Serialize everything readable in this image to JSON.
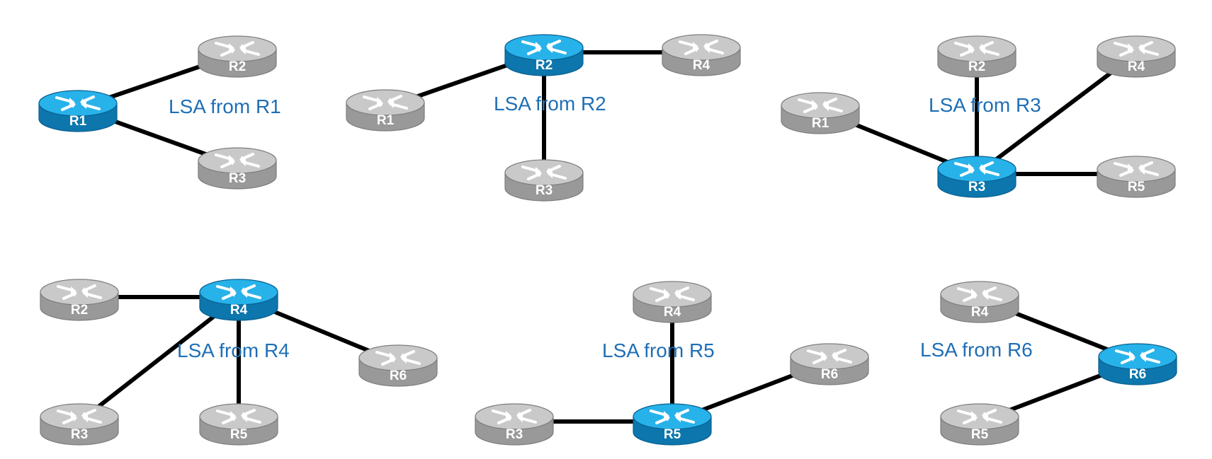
{
  "colors": {
    "origin_top": "#27b2ea",
    "origin_side": "#0c76ad",
    "origin_edge": "#0a5f8e",
    "neighbor_top": "#c9c9c9",
    "neighbor_side": "#999999",
    "neighbor_edge": "#7d7d7d",
    "link": "#000000",
    "caption": "#1f6fb5",
    "arrow": "#ffffff"
  },
  "icons": {
    "router": "router-icon"
  },
  "panels": [
    {
      "caption": "LSA from R1",
      "origin": "R1",
      "routers": [
        {
          "label": "R1",
          "role": "origin"
        },
        {
          "label": "R2",
          "role": "neighbor"
        },
        {
          "label": "R3",
          "role": "neighbor"
        }
      ],
      "links": [
        [
          "R1",
          "R2"
        ],
        [
          "R1",
          "R3"
        ]
      ]
    },
    {
      "caption": "LSA from R2",
      "origin": "R2",
      "routers": [
        {
          "label": "R2",
          "role": "origin"
        },
        {
          "label": "R1",
          "role": "neighbor"
        },
        {
          "label": "R4",
          "role": "neighbor"
        },
        {
          "label": "R3",
          "role": "neighbor"
        }
      ],
      "links": [
        [
          "R2",
          "R1"
        ],
        [
          "R2",
          "R4"
        ],
        [
          "R2",
          "R3"
        ]
      ]
    },
    {
      "caption": "LSA from R3",
      "origin": "R3",
      "routers": [
        {
          "label": "R3",
          "role": "origin"
        },
        {
          "label": "R1",
          "role": "neighbor"
        },
        {
          "label": "R2",
          "role": "neighbor"
        },
        {
          "label": "R4",
          "role": "neighbor"
        },
        {
          "label": "R5",
          "role": "neighbor"
        }
      ],
      "links": [
        [
          "R3",
          "R1"
        ],
        [
          "R3",
          "R2"
        ],
        [
          "R3",
          "R4"
        ],
        [
          "R3",
          "R5"
        ]
      ]
    },
    {
      "caption": "LSA from R4",
      "origin": "R4",
      "routers": [
        {
          "label": "R4",
          "role": "origin"
        },
        {
          "label": "R2",
          "role": "neighbor"
        },
        {
          "label": "R6",
          "role": "neighbor"
        },
        {
          "label": "R3",
          "role": "neighbor"
        },
        {
          "label": "R5",
          "role": "neighbor"
        }
      ],
      "links": [
        [
          "R4",
          "R2"
        ],
        [
          "R4",
          "R6"
        ],
        [
          "R4",
          "R3"
        ],
        [
          "R4",
          "R5"
        ]
      ]
    },
    {
      "caption": "LSA from R5",
      "origin": "R5",
      "routers": [
        {
          "label": "R5",
          "role": "origin"
        },
        {
          "label": "R4",
          "role": "neighbor"
        },
        {
          "label": "R6",
          "role": "neighbor"
        },
        {
          "label": "R3",
          "role": "neighbor"
        }
      ],
      "links": [
        [
          "R5",
          "R4"
        ],
        [
          "R5",
          "R6"
        ],
        [
          "R5",
          "R3"
        ]
      ]
    },
    {
      "caption": "LSA from R6",
      "origin": "R6",
      "routers": [
        {
          "label": "R6",
          "role": "origin"
        },
        {
          "label": "R4",
          "role": "neighbor"
        },
        {
          "label": "R5",
          "role": "neighbor"
        }
      ],
      "links": [
        [
          "R6",
          "R4"
        ],
        [
          "R6",
          "R5"
        ]
      ]
    }
  ]
}
